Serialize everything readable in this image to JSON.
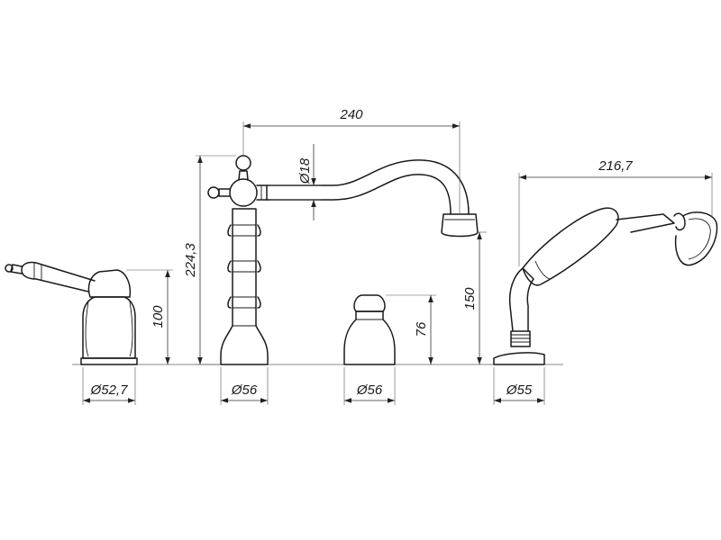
{
  "dimensions": {
    "spout_reach": "240",
    "spout_diameter": "Ø18",
    "spout_height": "224,3",
    "outlet_height": "150",
    "lever_mixer_height": "100",
    "knob_valve_height": "76",
    "shower_hose_length": "216,7",
    "base_lever_mixer": "Ø52,7",
    "base_spout": "Ø56",
    "base_knob_valve": "Ø56",
    "base_shower": "Ø55"
  }
}
